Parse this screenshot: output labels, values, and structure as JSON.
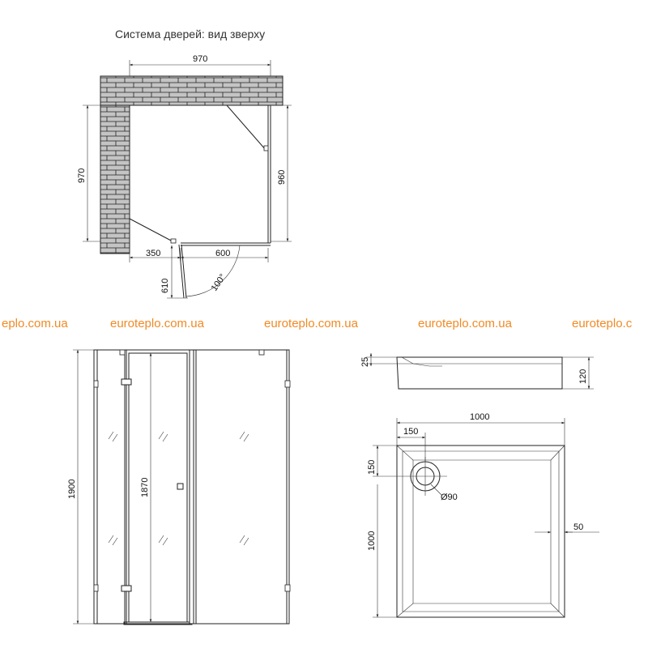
{
  "diagram": {
    "title": "Система дверей: вид зверху",
    "top_view": {
      "width_label": "970",
      "depth_label": "970",
      "right_side_label": "960",
      "bottom_left_label": "350",
      "bottom_right_label": "600",
      "door_clearance_label": "610",
      "door_angle_label": "100°"
    },
    "watermarks": [
      "eplo.com.ua",
      "euroteplo.com.ua",
      "euroteplo.com.ua",
      "euroteplo.com.ua",
      "euroteplo.c"
    ],
    "front_view": {
      "height_label": "1900",
      "door_height_label": "1870"
    },
    "tray_side": {
      "rim_label": "25",
      "height_label": "120"
    },
    "tray_top": {
      "width_label": "1000",
      "depth_label": "1000",
      "drain_x_label": "150",
      "drain_y_label": "150",
      "drain_diameter_label": "Ø90",
      "rim_width_label": "50"
    }
  },
  "colors": {
    "line": "#222222",
    "brick": "#bdbdbd",
    "watermark": "#f08a24"
  }
}
